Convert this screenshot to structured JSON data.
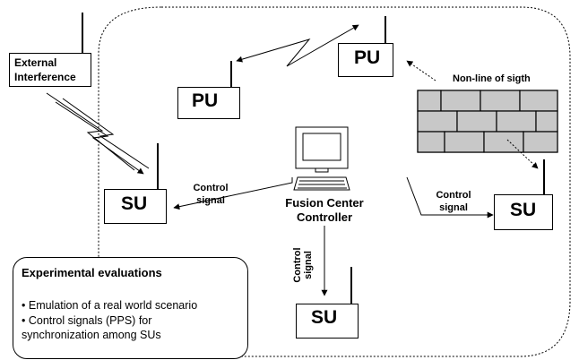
{
  "external_interference": {
    "line1": "External",
    "line2": "Interference"
  },
  "pu_left": "PU",
  "pu_right": "PU",
  "non_line_of_sight": "Non-line of sigth",
  "su_left": "SU",
  "su_right": "SU",
  "su_bottom": "SU",
  "fusion_center": {
    "line1": "Fusion Center",
    "line2": "Controller"
  },
  "control_signal_left": {
    "line1": "Control",
    "line2": "signal"
  },
  "control_signal_right": {
    "line1": "Control",
    "line2": "signal"
  },
  "control_signal_bottom": {
    "line1": "Control",
    "line2": "signal"
  },
  "experimental": {
    "title": "Experimental evaluations",
    "items": [
      "Emulation of a real world scenario",
      "Control signals (PPS) for",
      "synchronization among SUs"
    ]
  }
}
